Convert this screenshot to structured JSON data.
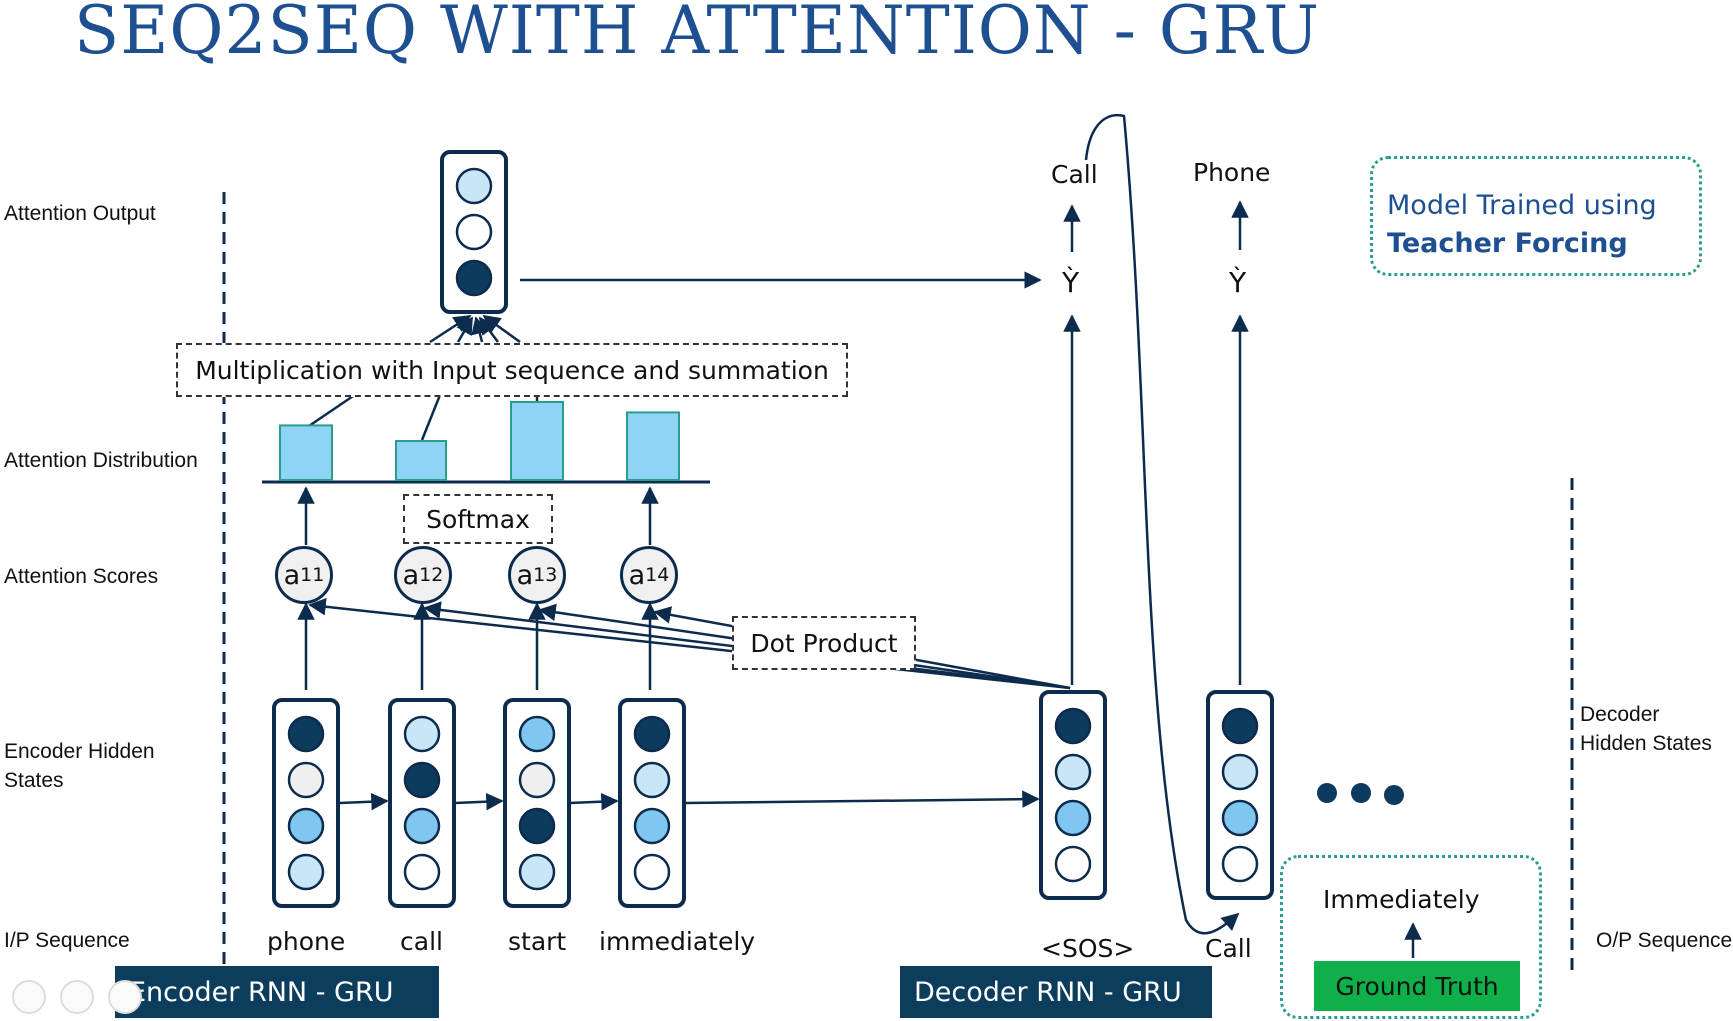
{
  "title": "SEQ2SEQ WITH ATTENTION - GRU",
  "row_labels": {
    "attention_output": "Attention Output",
    "attention_distribution": "Attention Distribution",
    "attention_scores": "Attention Scores",
    "encoder_hidden_line1": "Encoder Hidden",
    "encoder_hidden_line2": "States",
    "ip_sequence": "I/P Sequence",
    "decoder_hidden_line1": "Decoder",
    "decoder_hidden_line2": "Hidden States",
    "op_sequence": "O/P Sequence"
  },
  "boxes": {
    "multiplication": "Multiplication with Input sequence and summation",
    "softmax": "Softmax",
    "dot_product": "Dot Product"
  },
  "scores": [
    {
      "base": "a",
      "sub": "11"
    },
    {
      "base": "a",
      "sub": "12"
    },
    {
      "base": "a",
      "sub": "13"
    },
    {
      "base": "a",
      "sub": "14"
    }
  ],
  "input_words": [
    "phone",
    "call",
    "start",
    "immediately"
  ],
  "decoder": {
    "inputs": [
      "<SOS>",
      "Call"
    ],
    "outputs": [
      "Call",
      "Phone"
    ],
    "yhat": "Ỳ",
    "next_word": "Immediately"
  },
  "teacher_note": {
    "line1": "Model Trained using",
    "line2": "Teacher Forcing"
  },
  "ground_truth": "Ground Truth",
  "bars": {
    "encoder": "Encoder RNN - GRU",
    "decoder": "Decoder RNN - GRU"
  },
  "colors": {
    "dark": "#0d3b5e",
    "light": "#c9e6f8",
    "mid": "#7fc6f0",
    "white": "#ffffff",
    "grey": "#efefef",
    "bar_fill": "#8fd3f5",
    "accent": "#1d4f91",
    "teal": "#2a9d8f",
    "green": "#0fb049"
  },
  "attention_weights": [
    0.42,
    0.3,
    0.6,
    0.52
  ],
  "encoder_states": [
    [
      "dark",
      "grey",
      "mid",
      "light"
    ],
    [
      "light",
      "dark",
      "mid",
      "white"
    ],
    [
      "mid",
      "grey",
      "dark",
      "light"
    ],
    [
      "dark",
      "light",
      "mid",
      "white"
    ]
  ],
  "decoder_states": [
    [
      "dark",
      "light",
      "mid",
      "white"
    ],
    [
      "dark",
      "light",
      "mid",
      "white"
    ]
  ],
  "attention_output_state": [
    "light",
    "white",
    "dark"
  ]
}
